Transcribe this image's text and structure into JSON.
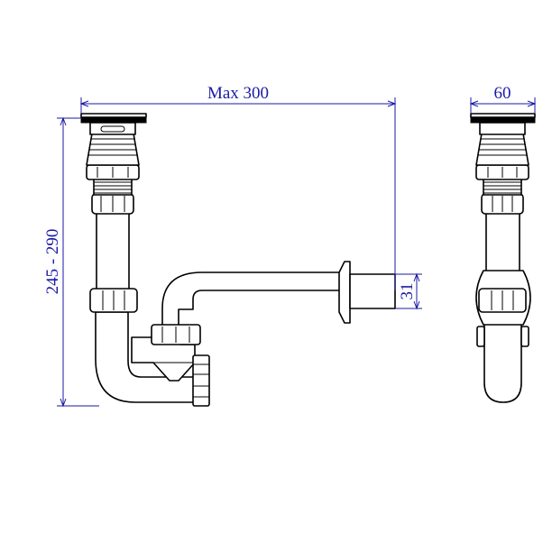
{
  "dimensions": {
    "front_width": "Max 300",
    "side_width": "60",
    "height": "245 - 290",
    "outlet_diameter": "31"
  },
  "colors": {
    "dimension": "#1a1aa6",
    "line": "#000000",
    "background": "#ffffff"
  }
}
